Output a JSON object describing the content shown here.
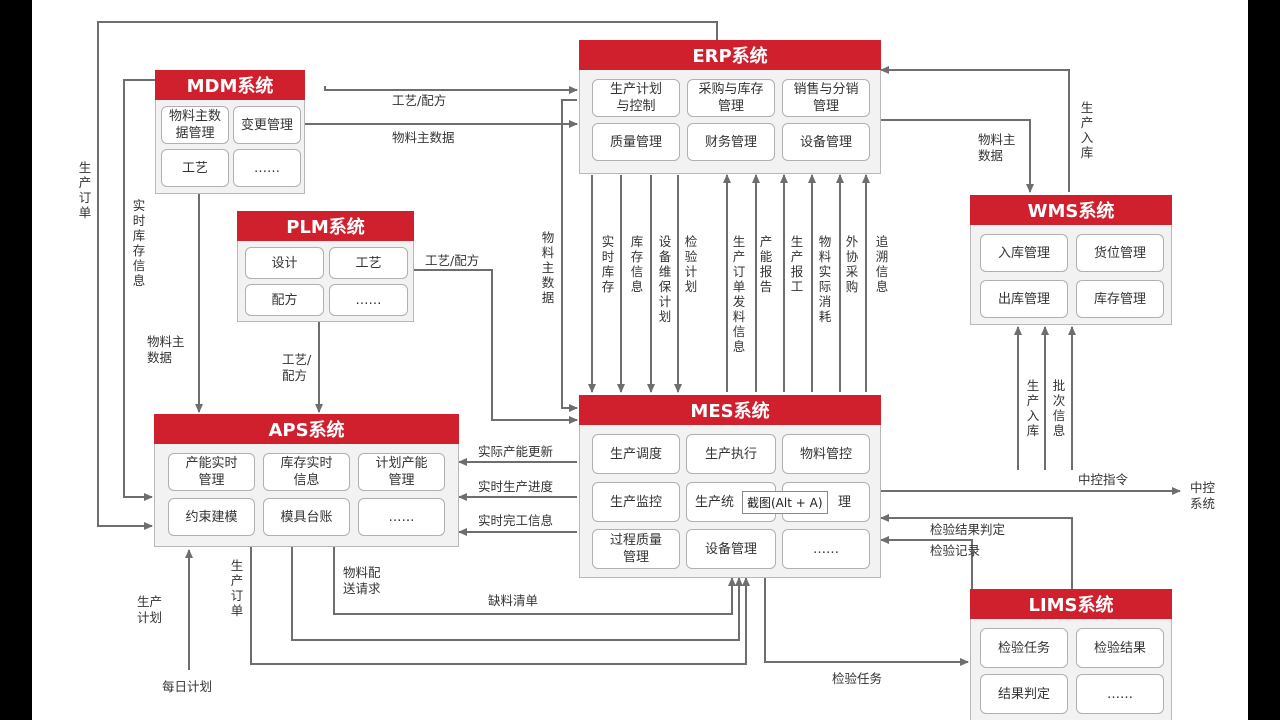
{
  "systems": {
    "erp": {
      "title": "ERP系统",
      "modules": [
        "生产计划\n与控制",
        "采购与库存\n管理",
        "销售与分销\n管理",
        "质量管理",
        "财务管理",
        "设备管理"
      ]
    },
    "mdm": {
      "title": "MDM系统",
      "modules": [
        "物料主数\n据管理",
        "变更管理",
        "工艺",
        "……"
      ]
    },
    "plm": {
      "title": "PLM系统",
      "modules": [
        "设计",
        "工艺",
        "配方",
        "……"
      ]
    },
    "wms": {
      "title": "WMS系统",
      "modules": [
        "入库管理",
        "货位管理",
        "出库管理",
        "库存管理"
      ]
    },
    "aps": {
      "title": "APS系统",
      "modules": [
        "产能实时\n管理",
        "库存实时\n信息",
        "计划产能\n管理",
        "约束建模",
        "模具台账",
        "……"
      ]
    },
    "mes": {
      "title": "MES系统",
      "modules": [
        "生产调度",
        "生产执行",
        "物料管控",
        "生产监控",
        "生产统",
        "理",
        "过程质量\n管理",
        "设备管理",
        "……"
      ]
    },
    "lims": {
      "title": "LIMS系统",
      "modules": [
        "检验任务",
        "检验结果",
        "结果判定",
        "……"
      ]
    }
  },
  "labels": {
    "mdm_erp_craft": "工艺/配方",
    "mdm_erp_material": "物料主数据",
    "plm_mes_craft": "工艺/配方",
    "plm_aps_craft": "工艺/\n配方",
    "mdm_aps_material": "物料主\n数据",
    "erp_wms_material": "物料主\n数据",
    "wms_erp_inbound": "生产入库",
    "mes_wms_inbound": "生产入库",
    "mes_wms_batch": "批次信息",
    "mes_aps_capacity": "实际产能更新",
    "mes_aps_progress": "实时生产进度",
    "mes_aps_finish": "实时完工信息",
    "mes_ctrl_cmd": "中控指令",
    "ctrl_system": "中控\n系统",
    "lims_mes_judge": "检验结果判定",
    "lims_mes_record": "检验记录",
    "mes_lims_task": "检验任务",
    "aps_mes_shortage": "缺料清单",
    "aps_mes_delivery": "物料配\n送请求",
    "aps_mes_order": "生产订单",
    "aps_plan": "生产\n计划",
    "daily_plan": "每日计划",
    "erp_aps_order": "生产订单",
    "mdm_aps_stock": "实时库存信息",
    "erp_mes_material": "物料主数据",
    "erp_mes_stock": "实时库存",
    "erp_mes_stockinfo": "库存信息",
    "erp_mes_maint": "设备维保计划",
    "erp_mes_inspect": "检验计划",
    "mes_erp_order": "生产订单发料信息",
    "mes_erp_report": "产能报告",
    "mes_erp_work": "生产报工",
    "mes_erp_consume": "物料实际消耗",
    "mes_erp_outsource": "外协采购",
    "mes_erp_trace": "追溯信息"
  },
  "tooltip": "截图(Alt + A)",
  "colors": {
    "header": "#d0202e",
    "line": "#6e6e6e"
  }
}
